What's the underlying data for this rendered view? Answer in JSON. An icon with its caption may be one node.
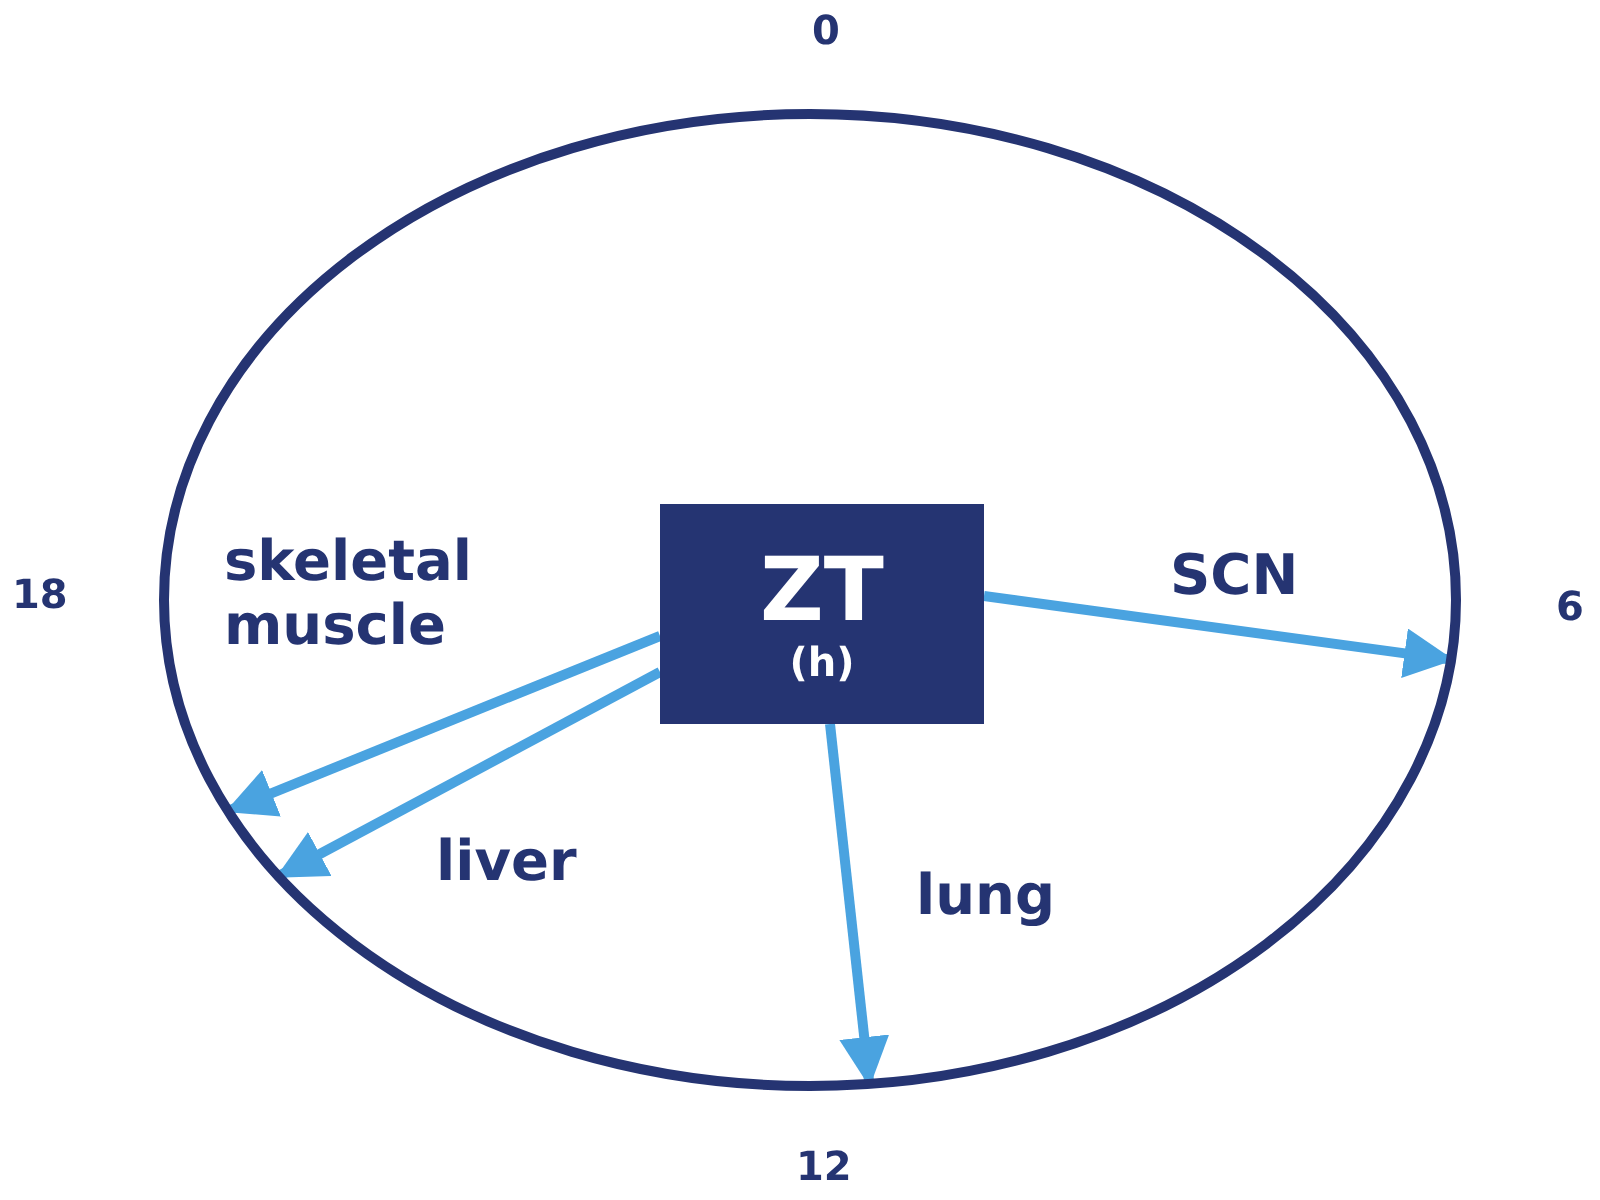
{
  "diagram": {
    "nodes": [
      {
        "text": [],
        "shape": "circle"
      },
      {
        "text": [
          "ZT",
          "(h)"
        ],
        "in": 0
      }
    ],
    "edges": [
      {
        "from": 1,
        "to": 0,
        "arrow": "to",
        "label": "skeletal muscle"
      },
      {
        "from": 1,
        "to": 0,
        "arrow": "to",
        "label": "SCN"
      },
      {
        "from": 1,
        "to": 0,
        "arrow": "to",
        "label": "liver"
      },
      {
        "from": 1,
        "to": 0,
        "arrow": "to",
        "label": "lung"
      }
    ],
    "labels": [
      "0",
      "18",
      "6",
      "12"
    ]
  }
}
